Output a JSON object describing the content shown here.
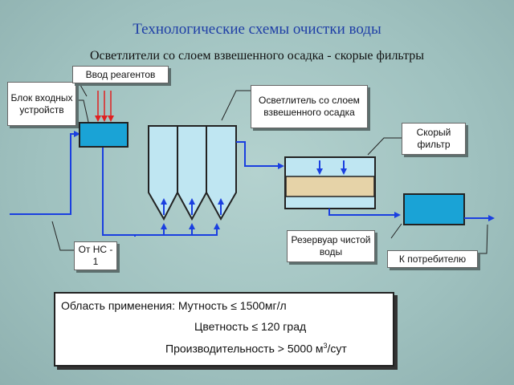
{
  "title": "Технологические схемы очистки воды",
  "subtitle": "Осветлители со слоем взвешенного осадка - скорые фильтры",
  "labels": {
    "inlet_block": "Блок входных устройств",
    "reagents": "Ввод реагентов",
    "clarifier": "Осветлитель со слоем взвешенного осадка",
    "fast_filter": "Скорый фильтр",
    "source": "От НС - 1",
    "reservoir": "Резервуар чистой воды",
    "consumer": "К потребителю"
  },
  "application": {
    "heading": "Область применения:",
    "turbidity": "Мутность ≤ 1500мг/л",
    "color": "Цветность ≤ 120 град",
    "capacity_text": "Производительность > 5000 м",
    "capacity_sup": "3",
    "capacity_unit": "/сут"
  },
  "colors": {
    "pipe": "#1a3fe0",
    "tank_fill": "#bfe6f2",
    "inlet_fill": "#1aa3d6",
    "sand": "#e6d3a8",
    "reagent_arrow": "#e02020"
  }
}
